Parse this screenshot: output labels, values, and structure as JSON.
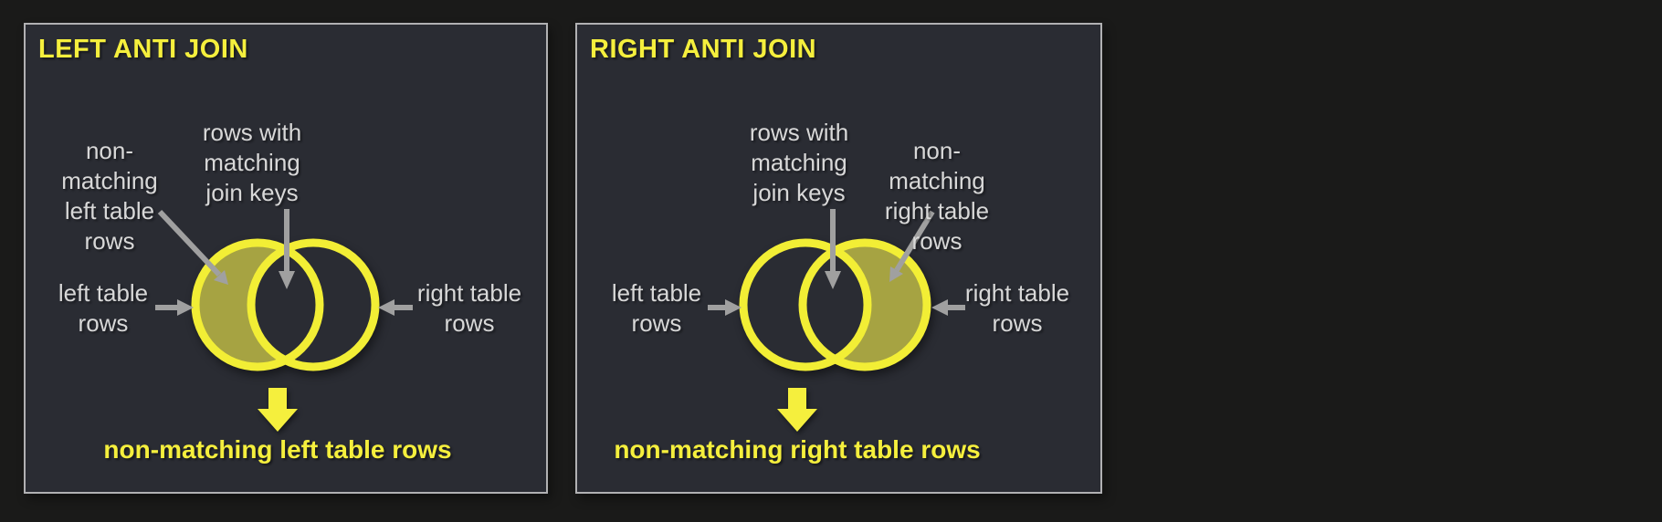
{
  "colors": {
    "page_bg": "#1a1a19",
    "panel_bg": "#2a2c33",
    "panel_border": "#b1b1b3",
    "accent_yellow": "#f5ef3d",
    "venn_ring_yellow": "#f2ee35",
    "crescent_fill": "#a6a342",
    "label_gray": "#d8d8d8",
    "arrow_gray": "#a0a0a0"
  },
  "panels": [
    {
      "title": "LEFT ANTI JOIN",
      "highlighted_region": "left-crescent",
      "labels": {
        "nonmatching_lines": [
          "non-",
          "matching",
          "left table",
          "rows"
        ],
        "matching_lines": [
          "rows with",
          "matching",
          "join keys"
        ],
        "left_lines": [
          "left table",
          "rows"
        ],
        "right_lines": [
          "right table",
          "rows"
        ]
      },
      "result": "non-matching left table rows"
    },
    {
      "title": "RIGHT ANTI JOIN",
      "highlighted_region": "right-crescent",
      "labels": {
        "nonmatching_lines": [
          "non-",
          "matching",
          "right table",
          "rows"
        ],
        "matching_lines": [
          "rows with",
          "matching",
          "join keys"
        ],
        "left_lines": [
          "left table",
          "rows"
        ],
        "right_lines": [
          "right table",
          "rows"
        ]
      },
      "result": "non-matching right table rows"
    }
  ]
}
